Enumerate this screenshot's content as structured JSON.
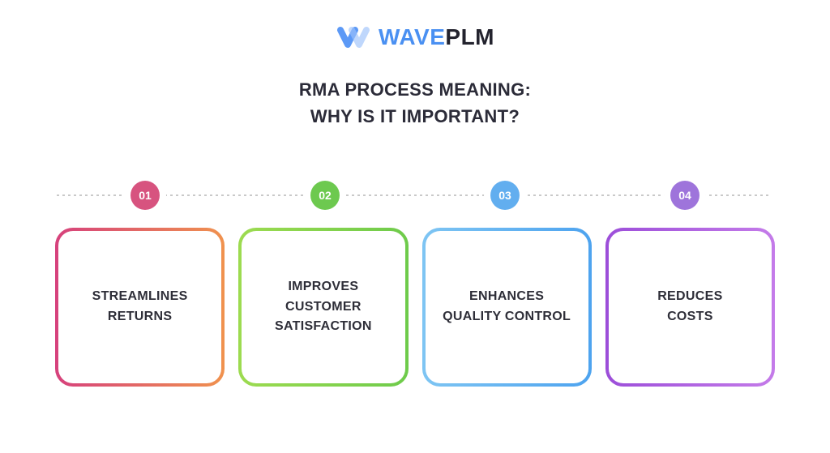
{
  "logo": {
    "icon": "waveplm-w-icon",
    "text_primary": "WAVE",
    "text_secondary": "PLM",
    "primary_color": "#4a90f2",
    "secondary_color": "#23232e",
    "icon_color_dark": "#4a8ef5",
    "icon_color_light": "#9cc2fa"
  },
  "title": {
    "line1": "RMA PROCESS MEANING:",
    "line2": "WHY IS IT IMPORTANT?",
    "color": "#2b2b38"
  },
  "timeline": {
    "line_color": "#c9c9c9"
  },
  "steps": [
    {
      "number": "01",
      "label": "STREAMLINES\nRETURNS",
      "circle_color": "#d7537f",
      "border_gradient_start": "#d6417c",
      "border_gradient_end": "#f0924e"
    },
    {
      "number": "02",
      "label": "IMPROVES\nCUSTOMER\nSATISFACTION",
      "circle_color": "#6dc94f",
      "border_gradient_start": "#9ddb50",
      "border_gradient_end": "#6ecb4b"
    },
    {
      "number": "03",
      "label": "ENHANCES\nQUALITY CONTROL",
      "circle_color": "#62aeef",
      "border_gradient_start": "#7ec5f3",
      "border_gradient_end": "#4da3ef"
    },
    {
      "number": "04",
      "label": "REDUCES\nCOSTS",
      "circle_color": "#9e74db",
      "border_gradient_start": "#9c4ed9",
      "border_gradient_end": "#c47be9"
    }
  ]
}
